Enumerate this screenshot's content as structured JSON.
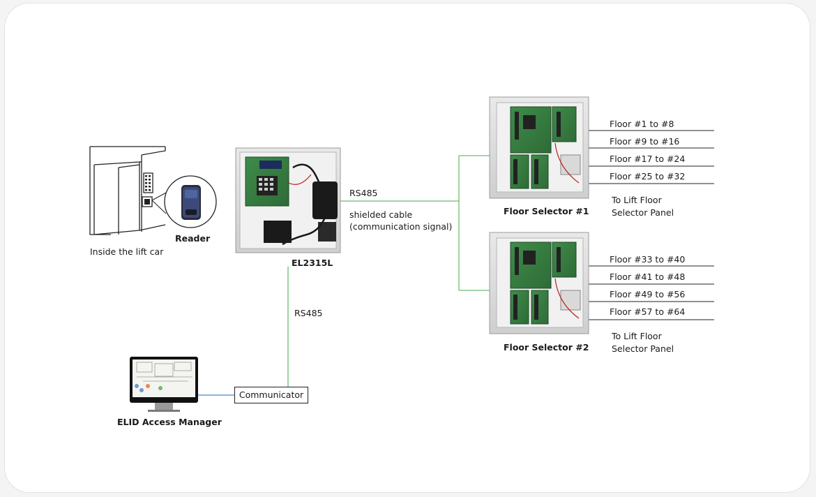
{
  "reader": {
    "caption": "Inside the lift car",
    "label": "Reader"
  },
  "controller": {
    "label": "EL2315L"
  },
  "bus": {
    "top_label": "RS485",
    "cable_label_1": "shielded cable",
    "cable_label_2": "(communication signal)",
    "down_label": "RS485"
  },
  "communicator": {
    "label": "Communicator"
  },
  "manager": {
    "label": "ELID Access Manager"
  },
  "selector_1": {
    "label": "Floor Selector #1",
    "floors": [
      "Floor #1 to #8",
      "Floor #9 to #16",
      "Floor #17 to #24",
      "Floor #25 to #32"
    ],
    "note_1": "To Lift Floor",
    "note_2": "Selector Panel"
  },
  "selector_2": {
    "label": "Floor Selector #2",
    "floors": [
      "Floor #33 to #40",
      "Floor #41 to #48",
      "Floor #49 to #56",
      "Floor #57 to #64"
    ],
    "note_1": "To Lift Floor",
    "note_2": "Selector Panel"
  },
  "colors": {
    "bus_line": "#6dbb72",
    "pc_link": "#4a84c9",
    "output_line": "#222222"
  }
}
